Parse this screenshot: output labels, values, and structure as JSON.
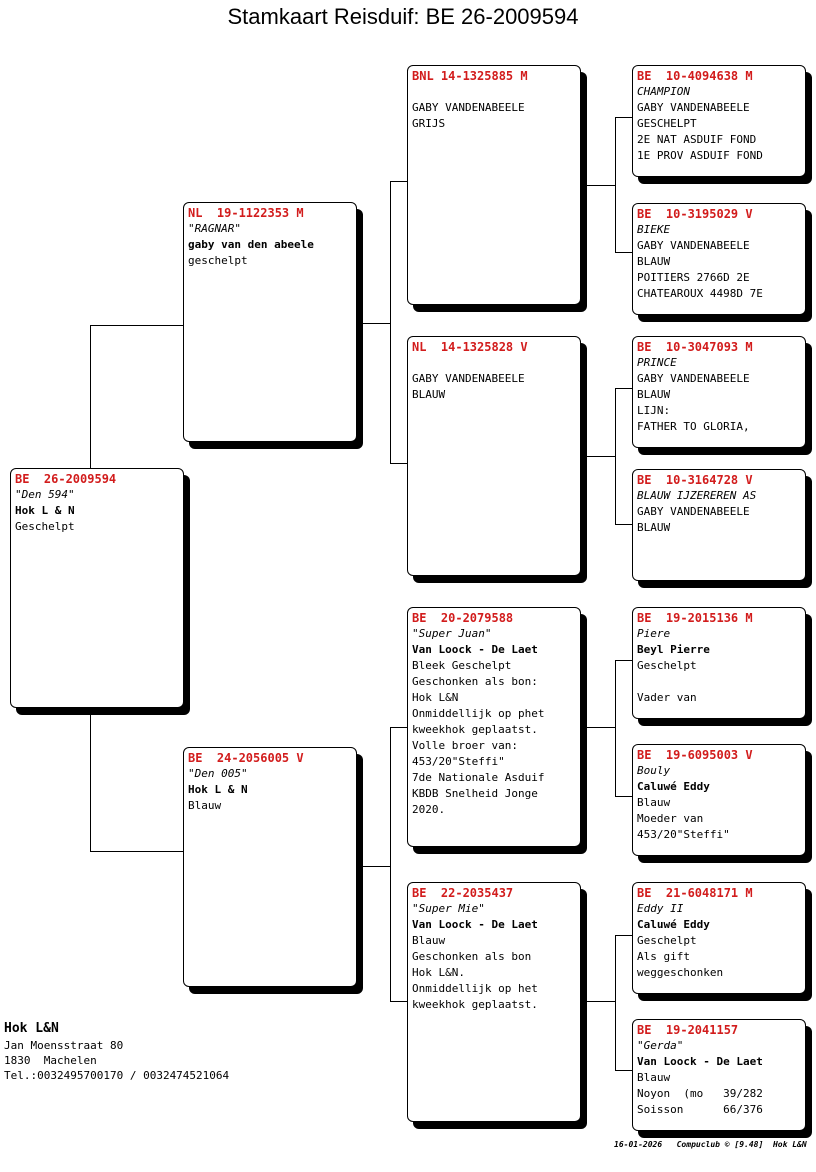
{
  "title": "Stamkaart Reisduif: BE  26-2009594",
  "pigeons": {
    "p0": {
      "id": "BE  26-2009594",
      "lines": [
        "\"Den 594\"",
        "Hok L & N",
        "Geschelpt"
      ]
    },
    "p1": {
      "id": "NL  19-1122353 M",
      "lines": [
        "\"RAGNAR\"",
        "gaby van den abeele",
        "geschelpt"
      ]
    },
    "p2": {
      "id": "BE  24-2056005 V",
      "lines": [
        "\"Den 005\"",
        "Hok L & N",
        "Blauw"
      ]
    },
    "p3": {
      "id": "BNL 14-1325885 M",
      "lines": [
        "",
        "GABY VANDENABEELE",
        "GRIJS"
      ]
    },
    "p4": {
      "id": "NL  14-1325828 V",
      "lines": [
        "",
        "GABY VANDENABEELE",
        "BLAUW"
      ]
    },
    "p5": {
      "id": "BE  20-2079588",
      "lines": [
        "\"Super Juan\"",
        "Van Loock - De Laet",
        "Bleek Geschelpt",
        "Geschonken als bon:",
        "Hok L&N",
        "Onmiddellijk op phet",
        "kweekhok geplaatst.",
        "Volle broer van:",
        "453/20\"Steffi\"",
        "7de Nationale Asduif",
        "KBDB Snelheid Jonge",
        "2020."
      ]
    },
    "p6": {
      "id": "BE  22-2035437",
      "lines": [
        "\"Super Mie\"",
        "Van Loock - De Laet",
        "Blauw",
        "Geschonken als bon",
        "Hok L&N.",
        "Onmiddellijk op het",
        "kweekhok geplaatst."
      ]
    },
    "p7": {
      "id": "BE  10-4094638 M",
      "lines": [
        "CHAMPION",
        "GABY VANDENABEELE",
        "GESCHELPT",
        "2E NAT ASDUIF FOND",
        "1E PROV ASDUIF FOND"
      ]
    },
    "p8": {
      "id": "BE  10-3195029 V",
      "lines": [
        "BIEKE",
        "GABY VANDENABEELE",
        "BLAUW",
        "POITIERS 2766D 2E",
        "CHATEAROUX 4498D 7E"
      ]
    },
    "p9": {
      "id": "BE  10-3047093 M",
      "lines": [
        "PRINCE",
        "GABY VANDENABEELE",
        "BLAUW",
        "LIJN:",
        "FATHER TO GLORIA,"
      ]
    },
    "p10": {
      "id": "BE  10-3164728 V",
      "lines": [
        "BLAUW IJZEREREN AS",
        "GABY VANDENABEELE",
        "BLAUW"
      ]
    },
    "p11": {
      "id": "BE  19-2015136 M",
      "lines": [
        "Piere",
        "Beyl Pierre",
        "Geschelpt",
        "",
        "Vader van"
      ]
    },
    "p12": {
      "id": "BE  19-6095003 V",
      "lines": [
        "Bouly",
        "Caluwé Eddy",
        "Blauw",
        "Moeder van",
        "453/20\"Steffi\""
      ]
    },
    "p13": {
      "id": "BE  21-6048171 M",
      "lines": [
        "Eddy II",
        "Caluwé Eddy",
        "Geschelpt",
        "Als gift",
        "weggeschonken"
      ]
    },
    "p14": {
      "id": "BE  19-2041157",
      "lines": [
        "\"Gerda\"",
        "Van Loock - De Laet",
        "Blauw",
        "Noyon  (mo   39/282",
        "Soisson      66/376"
      ]
    }
  },
  "owner": {
    "name": "Hok L&N",
    "address": "Jan Moensstraat 80",
    "city": "1830  Machelen",
    "phone": "Tel.:0032495700170 / 0032474521064"
  },
  "footer": "16-01-2026   Compuclub © [9.48]  Hok L&N"
}
